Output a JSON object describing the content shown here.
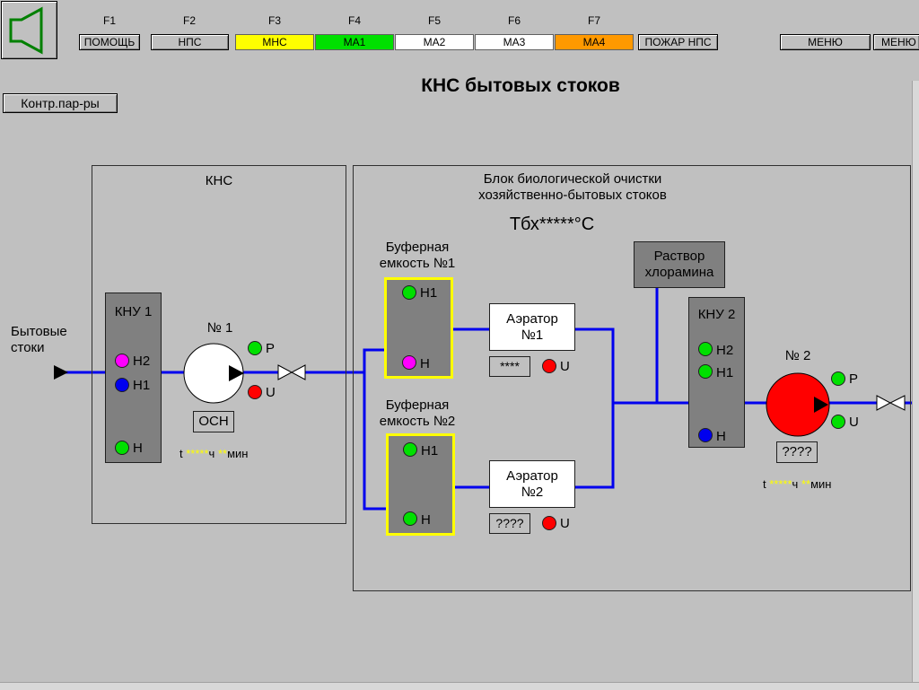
{
  "toolbar": {
    "fkeys": [
      "F1",
      "F2",
      "F3",
      "F4",
      "F5",
      "F6",
      "F7"
    ],
    "buttons": {
      "help": "ПОМОЩЬ",
      "nps": "НПС",
      "mns": "МНС",
      "ma1": "МА1",
      "ma2": "МА2",
      "ma3": "МА3",
      "ma4": "МА4",
      "fire": "ПОЖАР НПС",
      "menu1": "МЕНЮ",
      "menu2": "МЕНЮ"
    },
    "colors": {
      "mns": "#ffff00",
      "ma1": "#00e000",
      "ma2": "#ffffff",
      "ma3": "#ffffff",
      "ma4": "#ff9900"
    }
  },
  "title": "КНС бытовых стоков",
  "contr_button": "Контр.пар-ры",
  "inlet_label_1": "Бытовые",
  "inlet_label_2": "стоки",
  "kns_panel": {
    "title": "КНС",
    "kny_title": "КНУ 1",
    "kny_levels": [
      "Н2",
      "Н1",
      "Н"
    ],
    "pump_no": "№ 1",
    "pump_mode": "ОСН",
    "p_label": "Р",
    "u_label": "U",
    "time_t": "t",
    "time_hours": "*****",
    "time_h_unit": "ч",
    "time_mins": "**",
    "time_m_unit": "мин"
  },
  "bio_panel": {
    "title_1": "Блок биологической очистки",
    "title_2": "хозяйственно-бытовых стоков",
    "temp": "Тбх*****°С",
    "buffer1_title_1": "Буферная",
    "buffer1_title_2": "емкость №1",
    "buffer1_levels": [
      "Н1",
      "Н"
    ],
    "buffer2_title_1": "Буферная",
    "buffer2_title_2": "емкость №2",
    "buffer2_levels": [
      "Н1",
      "Н"
    ],
    "aerator1_1": "Аэратор",
    "aerator1_2": "№1",
    "aerator1_value": "****",
    "aerator2_1": "Аэратор",
    "aerator2_2": "№2",
    "aerator2_value": "????",
    "u_label": "U",
    "chloramine_1": "Раствор",
    "chloramine_2": "хлорамина",
    "kny2_title": "КНУ 2",
    "kny2_levels": [
      "Н2",
      "Н1",
      "Н"
    ],
    "pump2_no": "№ 2",
    "pump2_mode": "????",
    "p_label": "Р",
    "time_t": "t",
    "time_hours": "*****",
    "time_h_unit": "ч",
    "time_mins": "**",
    "time_m_unit": "мин"
  }
}
